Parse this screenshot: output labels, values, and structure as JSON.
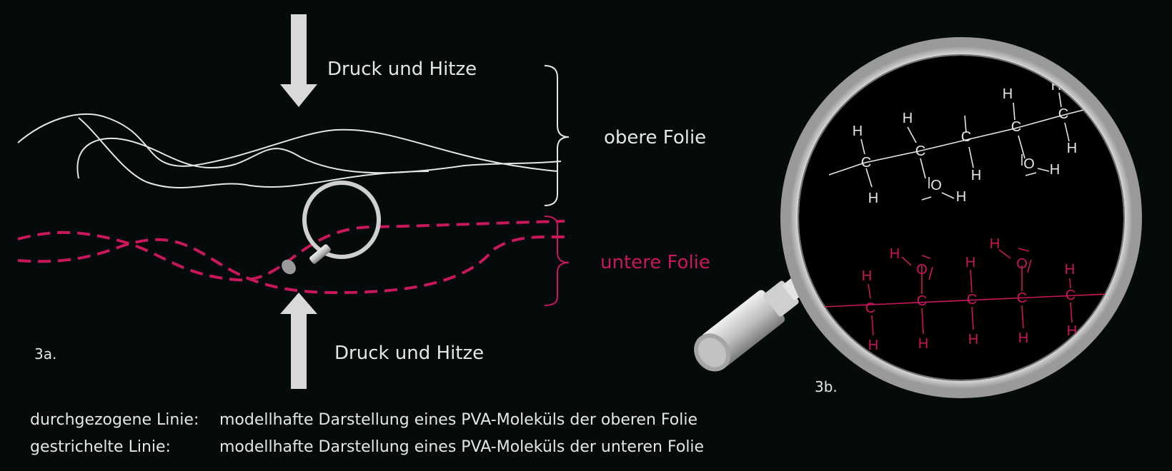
{
  "labels": {
    "top_force": "Druck und Hitze",
    "bottom_force": "Druck und Hitze",
    "upper_film": "obere Folie",
    "lower_film": "untere Folie",
    "fig_a": "3a.",
    "fig_b": "3b."
  },
  "legend": [
    {
      "term": "durchgezogene Linie:",
      "description": "modellhafte Darstellung eines PVA-Moleküls der oberen Folie"
    },
    {
      "term": "gestrichelte Linie:",
      "description": "modellhafte Darstellung eines PVA-Moleküls der unteren Folie"
    }
  ],
  "molecule_upper": {
    "atoms": {
      "carbon": "C",
      "hydrogen": "H",
      "oxygen": "O"
    }
  },
  "colors": {
    "background": "#050a0b",
    "solid_line": "#e6e6e6",
    "dashed_line": "#c8175d",
    "arrow": "#d9d9d9",
    "lens_ring": "#c9c9c9"
  }
}
